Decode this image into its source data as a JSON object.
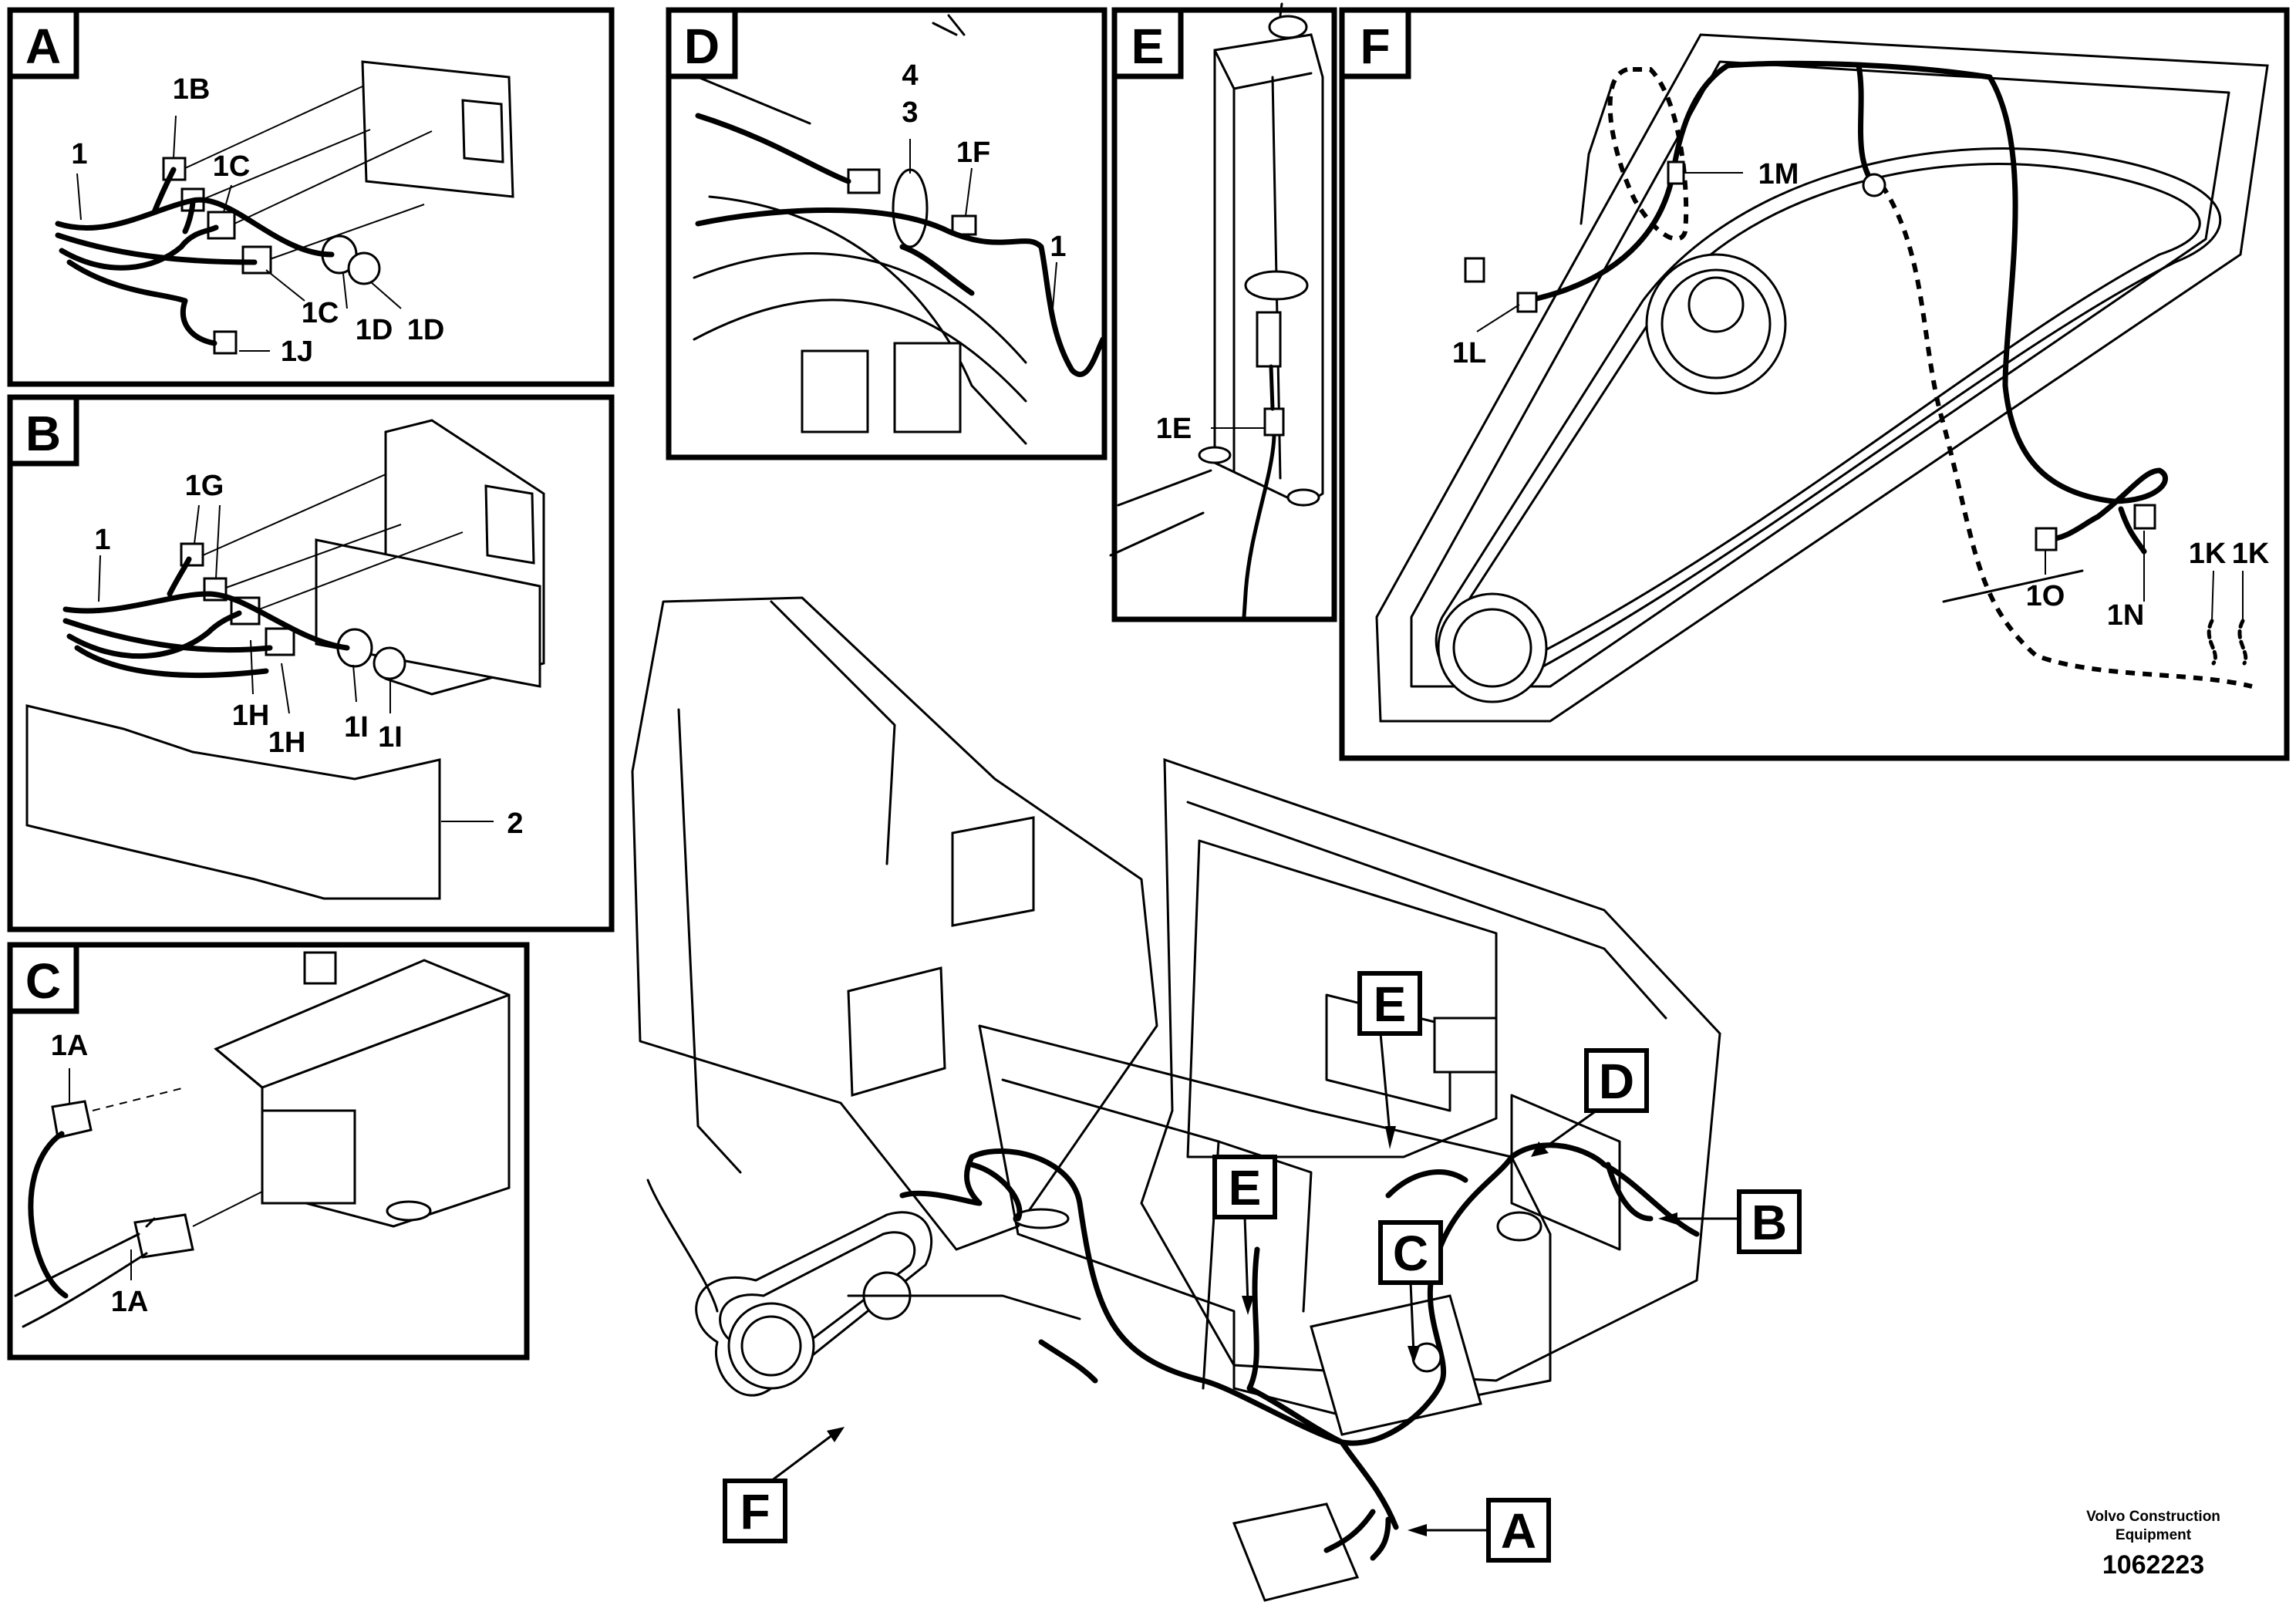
{
  "panels": {
    "A": {
      "letter": "A",
      "labels": [
        "1B",
        "1",
        "1C",
        "1C",
        "1D",
        "1D",
        "1J"
      ]
    },
    "B": {
      "letter": "B",
      "labels": [
        "1G",
        "1",
        "1H",
        "1H",
        "1I",
        "1I",
        "2"
      ]
    },
    "C": {
      "letter": "C",
      "labels": [
        "1A",
        "1A"
      ]
    },
    "D": {
      "letter": "D",
      "labels": [
        "4",
        "3",
        "1F",
        "1"
      ]
    },
    "E": {
      "letter": "E",
      "labels": [
        "1E"
      ]
    },
    "F": {
      "letter": "F",
      "labels": [
        "1M",
        "1L",
        "1K",
        "1K",
        "1O",
        "1N"
      ]
    }
  },
  "main_callouts": [
    "E",
    "D",
    "B",
    "E",
    "C",
    "F",
    "A"
  ],
  "footer": {
    "company_line1": "Volvo Construction",
    "company_line2": "Equipment",
    "number": "1062223"
  }
}
